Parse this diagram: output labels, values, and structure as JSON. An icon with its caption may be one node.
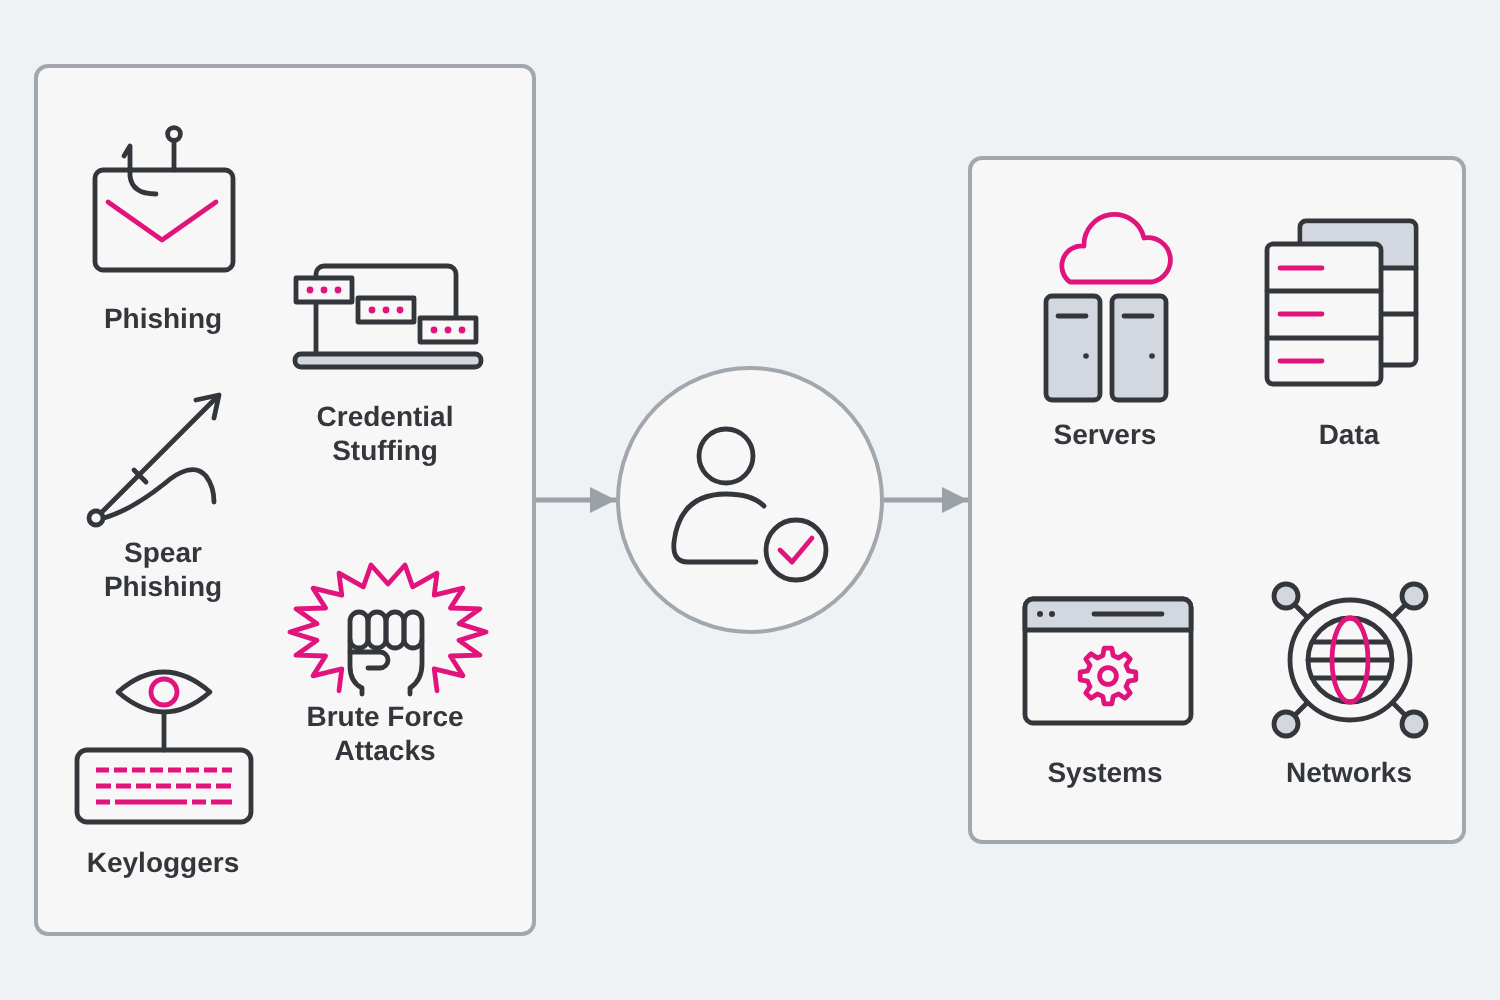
{
  "diagram": {
    "nodes": [
      {
        "text": [
          "Phishing",
          "Credential Stuffing",
          "Spear Phishing",
          "Brute Force Attacks",
          "Keyloggers"
        ]
      },
      {
        "text": [],
        "shape": "circle"
      },
      {
        "text": [
          "Servers",
          "Data",
          "Systems",
          "Networks"
        ]
      }
    ],
    "edges": [
      {
        "from": 0,
        "to": 1,
        "arrow": "to"
      },
      {
        "from": 1,
        "to": 2,
        "arrow": "to"
      }
    ]
  }
}
